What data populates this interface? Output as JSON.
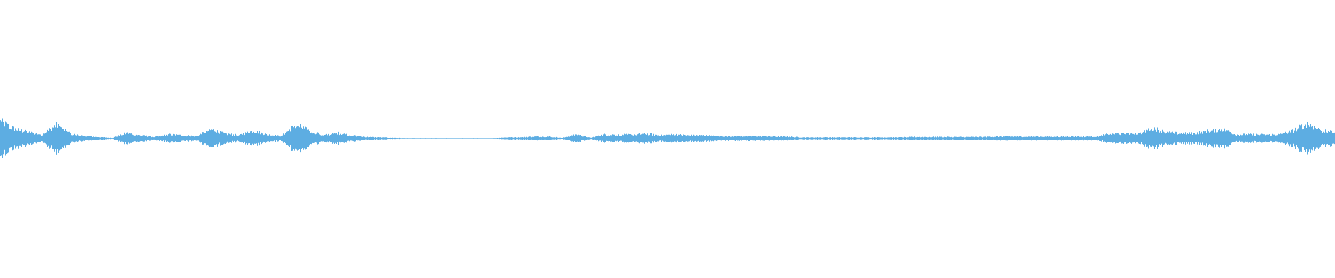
{
  "waveform": {
    "color": "#5dade2",
    "background": "#ffffff",
    "amplitude_envelope": [
      0.9,
      0.5,
      0.32,
      0.2,
      0.72,
      0.24,
      0.12,
      0.08,
      0.04,
      0.28,
      0.16,
      0.08,
      0.2,
      0.16,
      0.12,
      0.48,
      0.24,
      0.16,
      0.4,
      0.2,
      0.12,
      0.72,
      0.4,
      0.16,
      0.28,
      0.16,
      0.08,
      0.06,
      0.04,
      0.02,
      0.02,
      0.02,
      0.02,
      0.02,
      0.02,
      0.02,
      0.06,
      0.06,
      0.1,
      0.1,
      0.04,
      0.2,
      0.04,
      0.2,
      0.18,
      0.2,
      0.24,
      0.16,
      0.2,
      0.16,
      0.16,
      0.12,
      0.12,
      0.12,
      0.12,
      0.1,
      0.1,
      0.06,
      0.06,
      0.06,
      0.06,
      0.06,
      0.06,
      0.06,
      0.06,
      0.08,
      0.08,
      0.08,
      0.08,
      0.08,
      0.08,
      0.1,
      0.1,
      0.1,
      0.1,
      0.1,
      0.1,
      0.1,
      0.1,
      0.24,
      0.24,
      0.24,
      0.56,
      0.3,
      0.26,
      0.26,
      0.4,
      0.48,
      0.2,
      0.2,
      0.2,
      0.2,
      0.4,
      0.8,
      0.4,
      0.32
    ]
  }
}
